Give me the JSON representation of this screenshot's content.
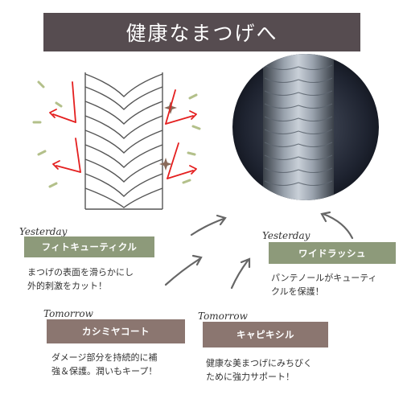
{
  "title": "健康なまつげへ",
  "colors": {
    "banner": "#564c50",
    "green_label": "#8d9a7a",
    "brown_label": "#8b7670",
    "red_arrow": "#e41f1f",
    "leaf": "#b3c08a"
  },
  "items": [
    {
      "tag": "Yesterday",
      "label": "フィトキューティクル",
      "desc_lines": [
        "まつげの表面を滑らかにし",
        "外的刺激をカット！"
      ]
    },
    {
      "tag": "Yesterday",
      "label": "ワイドラッシュ",
      "desc_lines": [
        "パンテノールがキューティ",
        "クルを保護！"
      ]
    },
    {
      "tag": "Tomorrow",
      "label": "カシミヤコート",
      "desc_lines": [
        "ダメージ部分を持続的に補",
        "強＆保護。潤いもキープ！"
      ]
    },
    {
      "tag": "Tomorrow",
      "label": "キャピキシル",
      "desc_lines": [
        "健康な美まつげにみちびく",
        "ために強力サポート！"
      ]
    }
  ]
}
